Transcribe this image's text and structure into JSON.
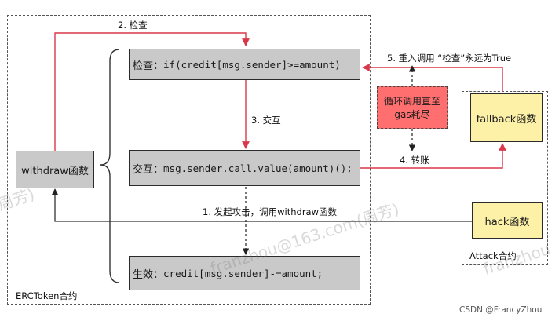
{
  "frames": {
    "erc_label": "ERCToken合约",
    "attack_label": "Attack合约"
  },
  "boxes": {
    "withdraw": "withdraw函数",
    "check_prefix": "检查：",
    "check_code": "if(credit[msg.sender]>=amount)",
    "interact_prefix": "交互：",
    "interact_code": "msg.sender.call.value(amount)();",
    "effect_prefix": "生效：",
    "effect_code": "credit[msg.sender]-=amount;",
    "fallback": "fallback函数",
    "hack": "hack函数",
    "loop_line1": "循环调用直至",
    "loop_line2": "gas耗尽"
  },
  "steps": {
    "step1": "1. 发起攻击，调用withdraw函数",
    "step2": "2. 检查",
    "step3": "3. 交互",
    "step4": "4. 转账",
    "step5": "5. 重入调用 “检查”永远为True"
  },
  "watermarks": {
    "wm1": "周芳)",
    "wm2": "franzhou@163.com(周芳)",
    "wm3": "franzhou"
  },
  "credit": "CSDN @FrancyZhou",
  "colors": {
    "arrow_red": "#d9384a",
    "box_gray": "#c9c9c9",
    "box_yellow": "#fdf1a8",
    "box_red": "#ff6f6f"
  }
}
